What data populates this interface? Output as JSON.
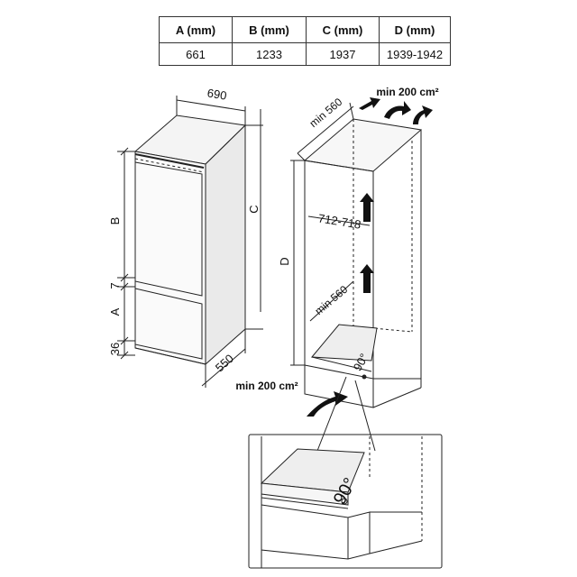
{
  "table": {
    "headers": [
      "A (mm)",
      "B (mm)",
      "C (mm)",
      "D (mm)"
    ],
    "row": [
      "661",
      "1233",
      "1937",
      "1939-1942"
    ]
  },
  "fridge": {
    "width": "690",
    "depth": "550",
    "height_label": "C",
    "upper_label": "B",
    "gap_label": "7",
    "lower_label": "A",
    "base_label": "36"
  },
  "niche": {
    "top_vent": "min 200 cm²",
    "top_depth": "min 560",
    "width": "712-718",
    "height_label": "D",
    "inner_depth": "min 560",
    "angle": "90°",
    "bottom_vent": "min 200 cm²"
  },
  "detail": {
    "angle": "90°"
  }
}
